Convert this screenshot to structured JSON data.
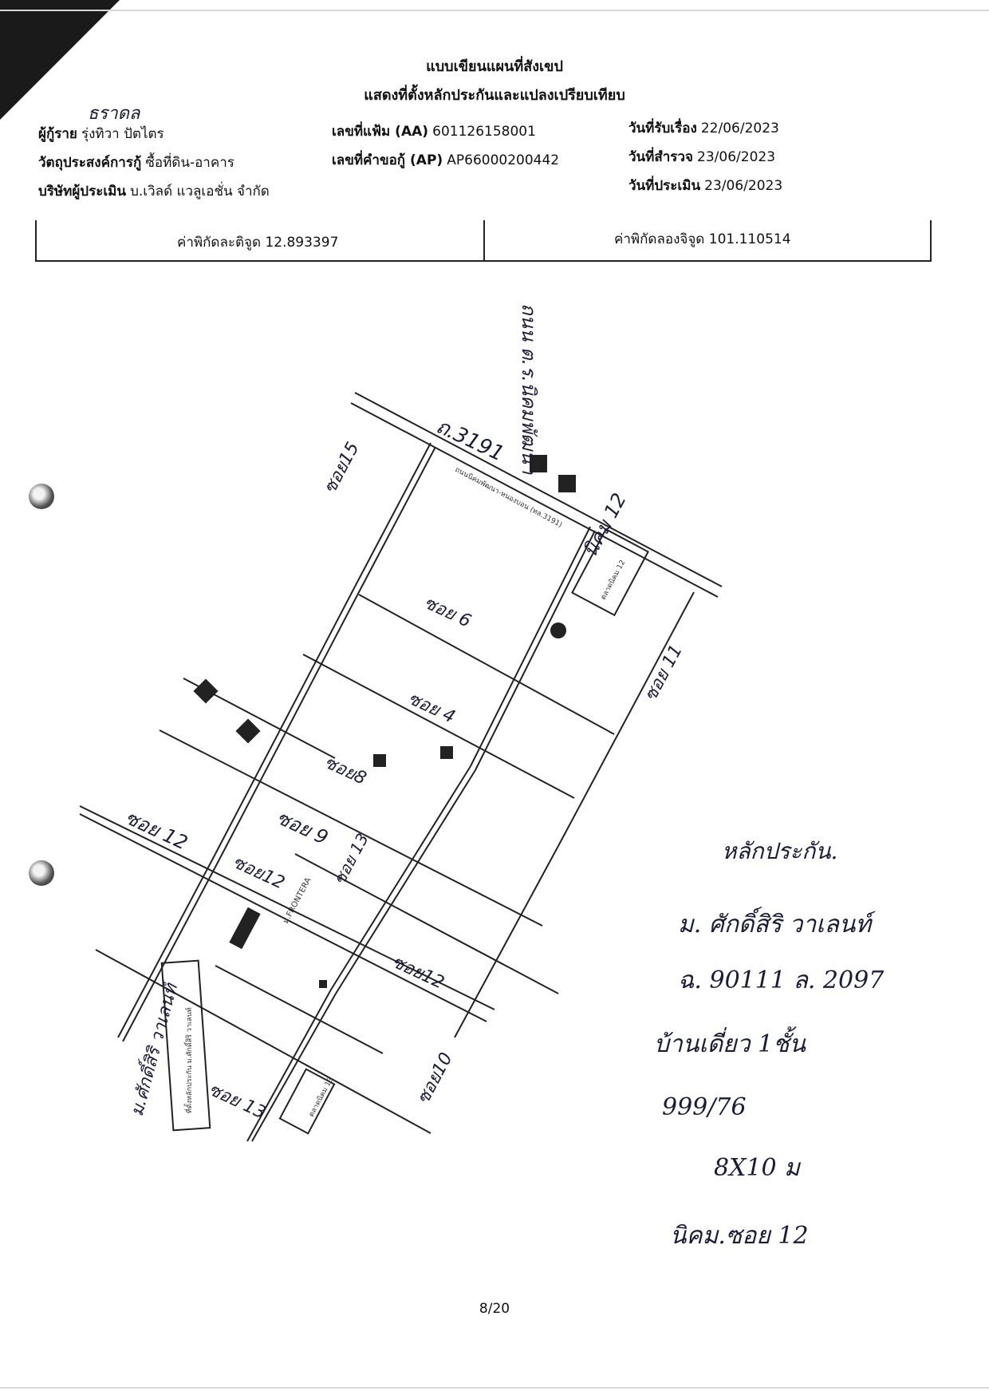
{
  "document": {
    "title_line1": "แบบเขียนแผนที่สังเขป",
    "title_line2": "แสดงที่ตั้งหลักประกันและแปลงเปรียบเทียบ",
    "handwritten_top": "ธราดล",
    "borrower_label": "ผู้กู้ราย",
    "borrower_value": "รุ่งทิวา ปัตไตร",
    "purpose_label": "วัตถุประสงค์การกู้",
    "purpose_value": "ซื้อที่ดิน-อาคาร",
    "appraiser_label": "บริษัทผู้ประเมิน",
    "appraiser_value": "บ.เวิลด์ แวลูเอชั่น จำกัด",
    "file_no_label": "เลขที่แฟ้ม (AA)",
    "file_no_value": "601126158001",
    "loan_req_label": "เลขที่คำขอกู้ (AP)",
    "loan_req_value": "AP66000200442",
    "received_label": "วันที่รับเรื่อง",
    "received_value": "22/06/2023",
    "survey_label": "วันที่สำรวจ",
    "survey_value": "23/06/2023",
    "appraisal_label": "วันที่ประเมิน",
    "appraisal_value": "23/06/2023",
    "latitude_label": "ค่าพิกัดละติจูด",
    "latitude_value": "12.893397",
    "longitude_label": "ค่าพิกัดลองจิจูด",
    "longitude_value": "101.110514",
    "page_number": "8/20"
  },
  "handwritten_notes": {
    "line1": "หลักประกัน.",
    "line2": "ม. ศักดิ์สิริ วาเลนท์",
    "line3": "ฉ. 90111  ล. 2097",
    "line4": "บ้านเดี่ยว 1ชั้น",
    "line5": "999/76",
    "line6": "8X10 ม",
    "line7": "นิคม.ซอย 12"
  },
  "map": {
    "hand_top_road": "ถ.3191",
    "hand_top_vertical": "ถนน ต.ร.นิคมพัฒนา",
    "hand_nikhom12": "นิคม 12",
    "hand_soi15": "ซอย15",
    "hand_soi11": "ซอย 11",
    "hand_soi6a": "ซอย 6",
    "hand_soi4": "ซอย 4",
    "hand_soi8": "ซอย8",
    "hand_soi9": "ซอย 9",
    "hand_soi12a": "ซอย 12",
    "hand_soi12b": "ซอย12",
    "hand_soi12c": "ซอย12",
    "hand_soi13": "ซอย 13",
    "hand_soi_vert": "ซอย 13",
    "hand_soi10": "ซอย10",
    "hand_sakdisiri": "ม.ศักดิ์สิริ วาเลนท์",
    "label_frontera": "ม.FRONTERA",
    "label_collateral_box": "ที่ตั้งหลักประกัน ม.ศักดิ์สิริ วาเลนท์",
    "label_main_road": "ถนนนิคมพัฒนา-หนองบอน (ทล.3191)",
    "label_market": "ตลาดนิคม 12",
    "label_market2": "ตลาดนิคม 13"
  }
}
